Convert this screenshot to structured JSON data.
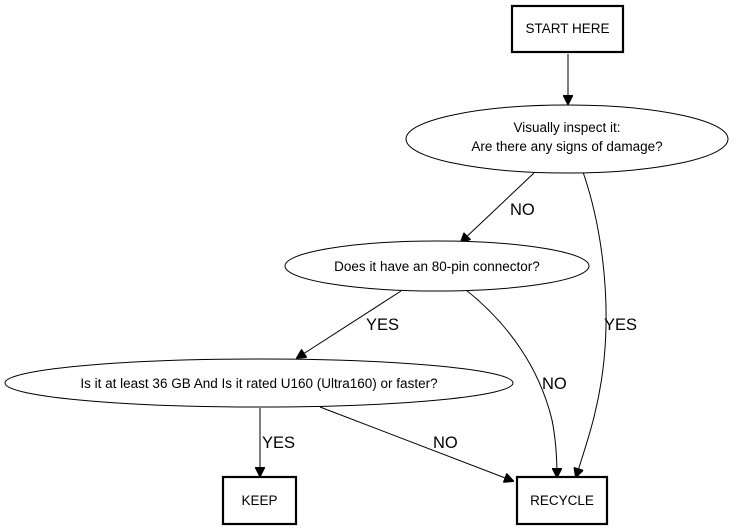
{
  "nodes": {
    "start": {
      "label": "START HERE"
    },
    "inspect": {
      "line1": "Visually inspect it:",
      "line2": "Are there any signs of damage?"
    },
    "connector": {
      "label": "Does it have an 80-pin connector?"
    },
    "capacity": {
      "label": "Is it at least 36 GB And Is it rated U160 (Ultra160) or faster?"
    },
    "keep": {
      "label": "KEEP"
    },
    "recycle": {
      "label": "RECYCLE"
    }
  },
  "edges": {
    "inspect_no": "NO",
    "inspect_yes": "YES",
    "connector_yes": "YES",
    "connector_no": "NO",
    "capacity_yes": "YES",
    "capacity_no": "NO"
  }
}
